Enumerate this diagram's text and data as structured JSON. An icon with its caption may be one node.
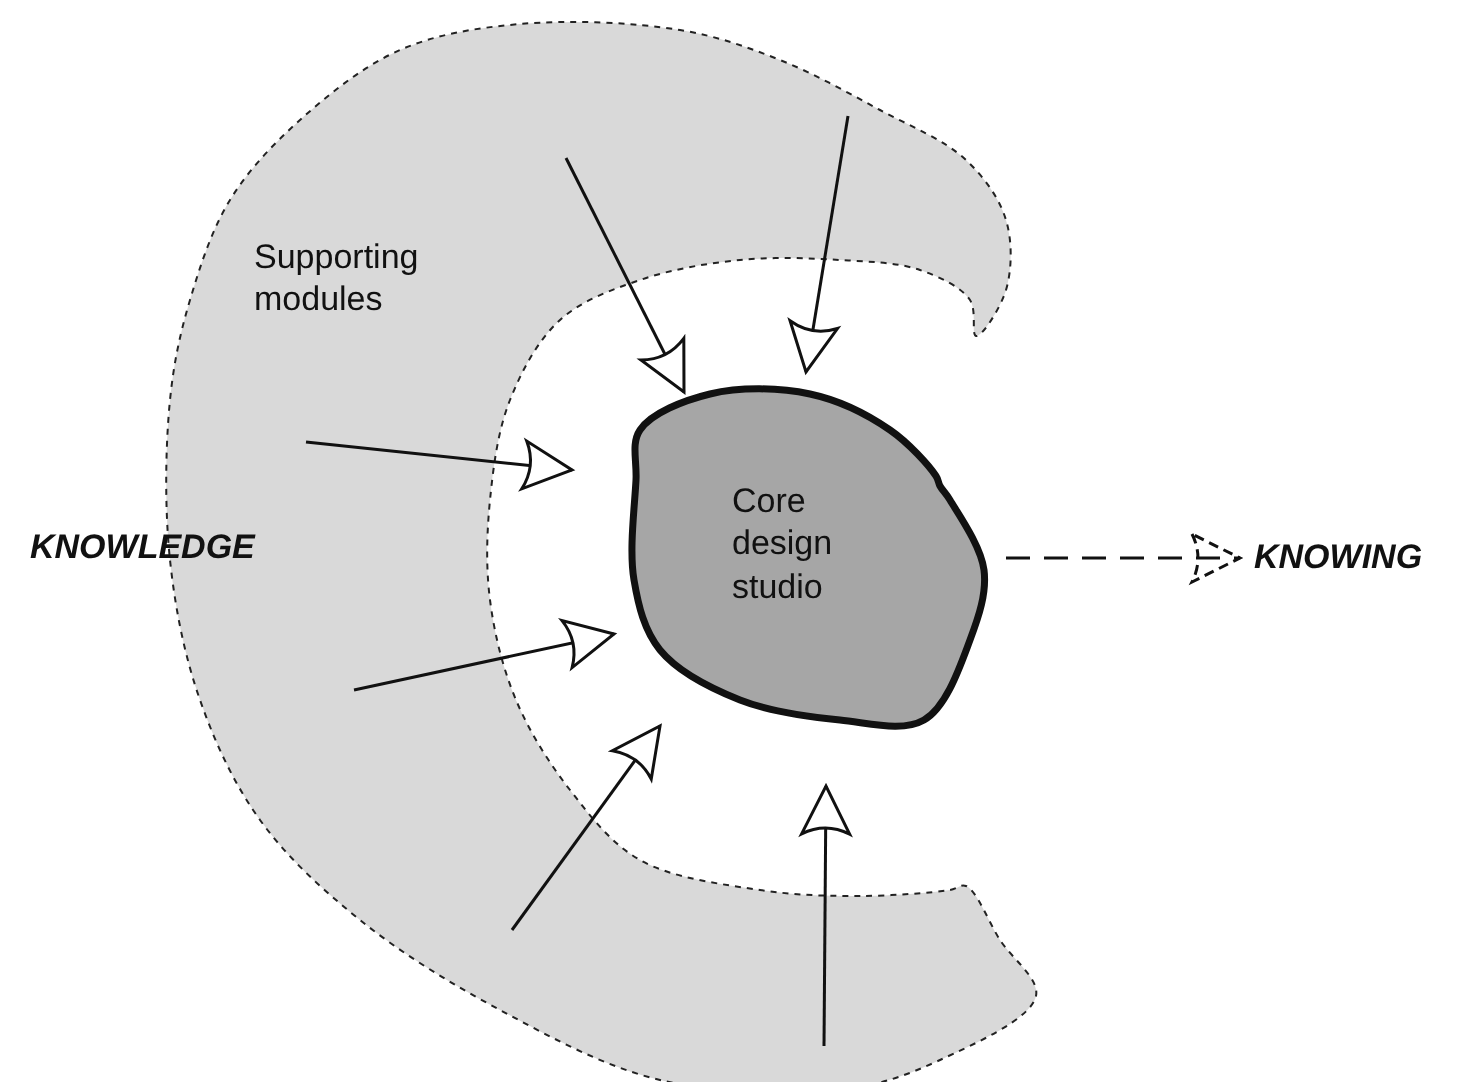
{
  "diagram": {
    "nodes": [
      {
        "text": [
          "Supporting modules"
        ]
      },
      {
        "text": [
          "Core design studio"
        ]
      },
      {
        "text": [
          "KNOWING"
        ]
      }
    ],
    "edges": [
      {
        "from": 0,
        "to": 1,
        "arrow": "to"
      },
      {
        "from": 0,
        "to": 1,
        "arrow": "to"
      },
      {
        "from": 0,
        "to": 1,
        "arrow": "to"
      },
      {
        "from": 0,
        "to": 1,
        "arrow": "to"
      },
      {
        "from": 0,
        "to": 1,
        "arrow": "to"
      },
      {
        "from": 0,
        "to": 1,
        "arrow": "to"
      },
      {
        "from": 1,
        "to": 2,
        "arrow": "to",
        "style": "dashed"
      }
    ],
    "labels": [
      "KNOWLEDGE"
    ]
  }
}
